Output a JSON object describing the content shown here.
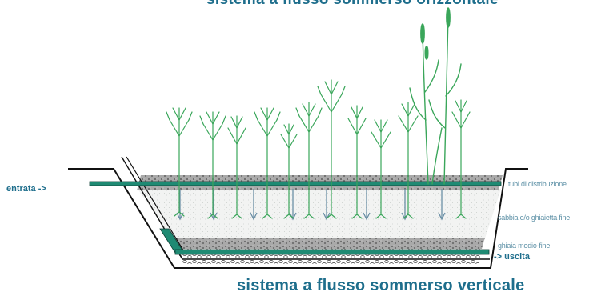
{
  "title_top": "sistema a flusso sommerso orizzontale",
  "title_bottom": "sistema a flusso sommerso verticale",
  "labels": {
    "entrata": "entrata ->",
    "uscita": "-> uscita",
    "tubi": "tubi di distribuzione",
    "sabbia": "sabbia e/o ghiaietta fine",
    "ghiaia": "ghiaia medio-fine"
  },
  "colors": {
    "title": "#1e6e8c",
    "pipe": "#1f8a73",
    "plant": "#3aa65a",
    "layer_label": "#5b8fa5",
    "gravel": "#8a8a8a",
    "outline": "#111111"
  }
}
